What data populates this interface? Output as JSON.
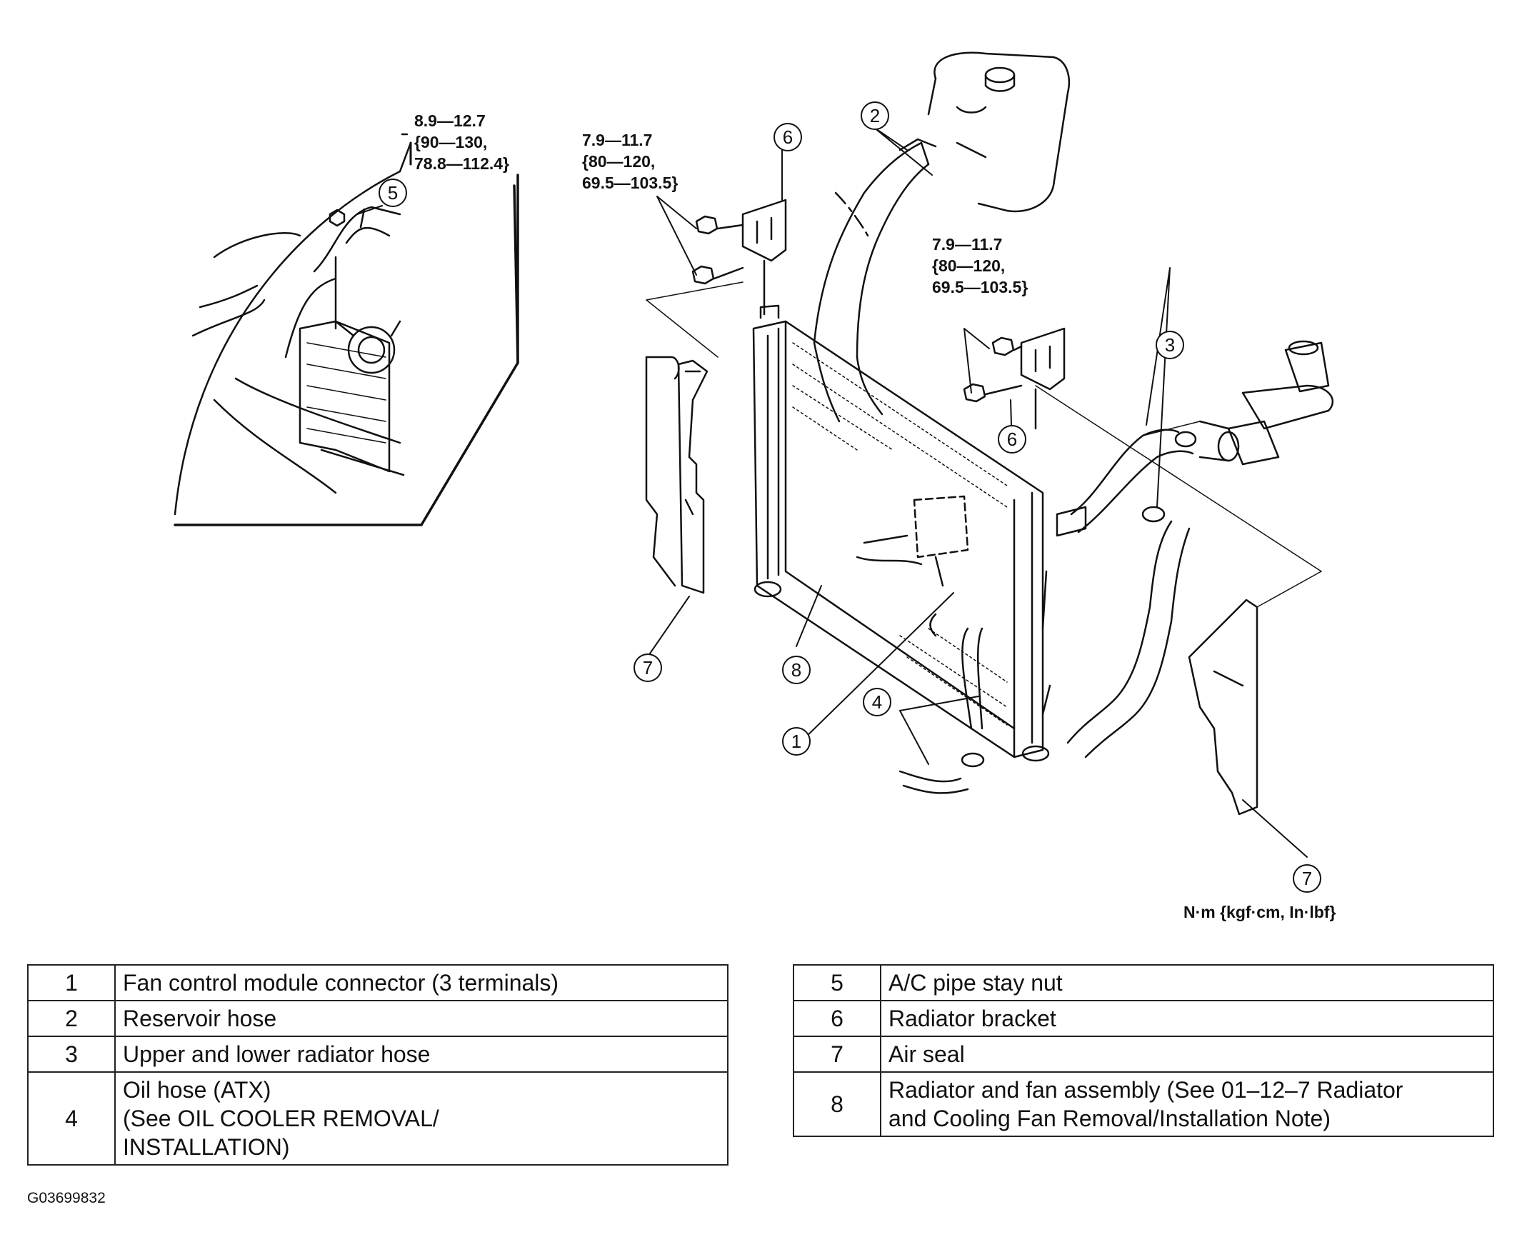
{
  "callouts": {
    "c1": "1",
    "c2": "2",
    "c3": "3",
    "c4": "4",
    "c5": "5",
    "c6a": "6",
    "c6b": "6",
    "c7a": "7",
    "c7b": "7",
    "c8": "8"
  },
  "torque_specs": {
    "a": "8.9—12.7\n{90—130,\n78.8—112.4}",
    "b": "7.9—11.7\n{80—120,\n69.5—103.5}",
    "c": "7.9—11.7\n{80—120,\n69.5—103.5}"
  },
  "units_label": "N·m {kgf·cm, In·lbf}",
  "legend_left": [
    {
      "num": "1",
      "desc": "Fan control module connector (3 terminals)"
    },
    {
      "num": "2",
      "desc": "Reservoir hose"
    },
    {
      "num": "3",
      "desc": "Upper and lower radiator hose"
    },
    {
      "num": "4",
      "desc": "Oil hose (ATX)\n(See  OIL COOLER REMOVAL/\nINSTALLATION)"
    }
  ],
  "legend_right": [
    {
      "num": "5",
      "desc": "A/C pipe stay nut"
    },
    {
      "num": "6",
      "desc": "Radiator bracket"
    },
    {
      "num": "7",
      "desc": "Air seal"
    },
    {
      "num": "8",
      "desc": "Radiator and fan assembly (See 01–12–7 Radiator\nand Cooling Fan Removal/Installation Note)"
    }
  ],
  "figure_id": "G03699832"
}
